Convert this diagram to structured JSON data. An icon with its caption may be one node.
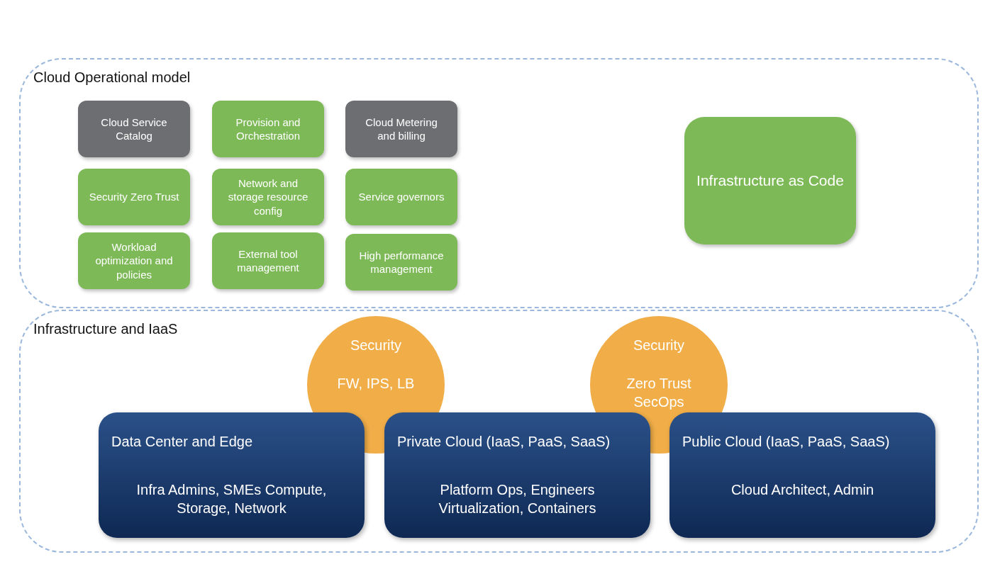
{
  "diagram": {
    "nodes": [
      {
        "text": [
          "Cloud Operational model"
        ]
      },
      {
        "text": [
          "Cloud Service Catalog"
        ],
        "in": 0
      },
      {
        "text": [
          "Provision and Orchestration"
        ],
        "in": 0
      },
      {
        "text": [
          "Cloud Metering and billing"
        ],
        "in": 0
      },
      {
        "text": [
          "Security Zero Trust"
        ],
        "in": 0
      },
      {
        "text": [
          "Network and storage resource config"
        ],
        "in": 0
      },
      {
        "text": [
          "Service governors"
        ],
        "in": 0
      },
      {
        "text": [
          "Workload optimization and policies"
        ],
        "in": 0
      },
      {
        "text": [
          "External tool management"
        ],
        "in": 0
      },
      {
        "text": [
          "High performance management"
        ],
        "in": 0
      },
      {
        "text": [
          "Infrastructure as Code"
        ],
        "in": 0
      },
      {
        "text": [
          "Infrastructure and IaaS"
        ]
      },
      {
        "text": [
          "Security",
          "FW, IPS, LB"
        ],
        "in": 11
      },
      {
        "text": [
          "Security",
          "Zero Trust SecOps"
        ],
        "in": 11
      },
      {
        "text": [
          "Data Center and Edge",
          "Infra Admins, SMEs Compute, Storage, Network"
        ],
        "in": 11
      },
      {
        "text": [
          "Private Cloud (IaaS, PaaS, SaaS)",
          "Platform Ops, Engineers Virtualization, Containers"
        ],
        "in": 11
      },
      {
        "text": [
          "Public Cloud (IaaS, PaaS, SaaS)",
          "Cloud Architect, Admin"
        ],
        "in": 11
      }
    ],
    "edges": []
  }
}
